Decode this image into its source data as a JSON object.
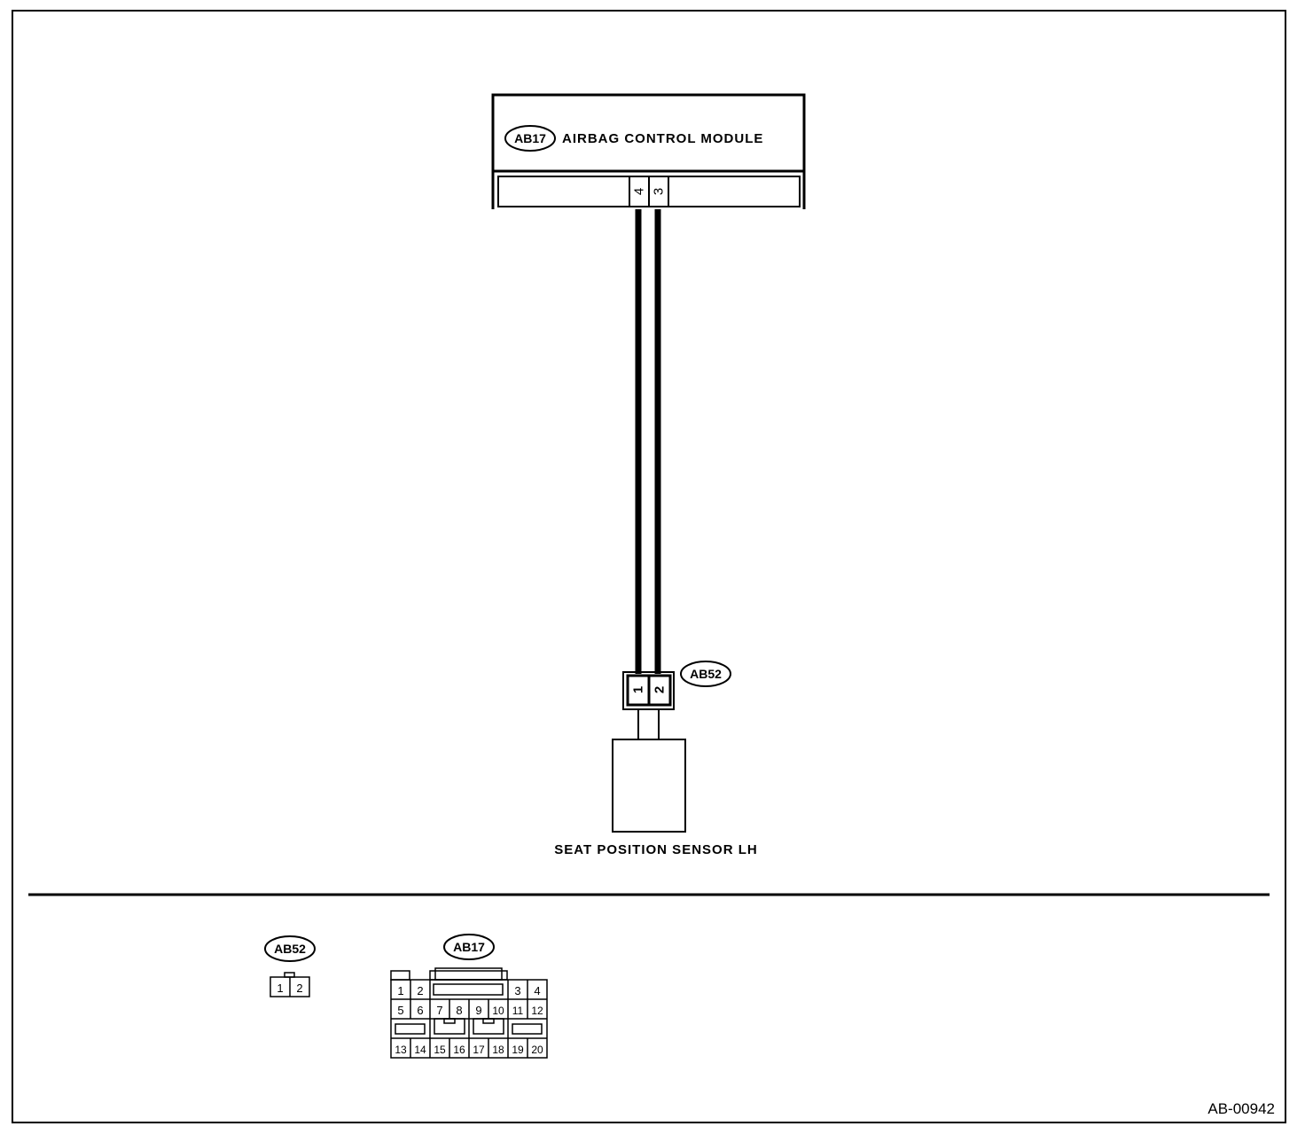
{
  "diagram": {
    "module": {
      "connector_id": "AB17",
      "title": "AIRBAG CONTROL MODULE",
      "pins": [
        "4",
        "3"
      ]
    },
    "sensor": {
      "connector_id": "AB52",
      "title": "SEAT POSITION SENSOR LH",
      "pins": [
        "1",
        "2"
      ]
    },
    "legend": {
      "ab52": {
        "connector_id": "AB52",
        "pins": [
          "1",
          "2"
        ]
      },
      "ab17": {
        "connector_id": "AB17",
        "row1": [
          "1",
          "2",
          "3",
          "4"
        ],
        "row2": [
          "5",
          "6",
          "7",
          "8",
          "9",
          "10",
          "11",
          "12"
        ],
        "row4": [
          "13",
          "14",
          "15",
          "16",
          "17",
          "18",
          "19",
          "20"
        ]
      }
    },
    "figure_id": "AB-00942"
  }
}
